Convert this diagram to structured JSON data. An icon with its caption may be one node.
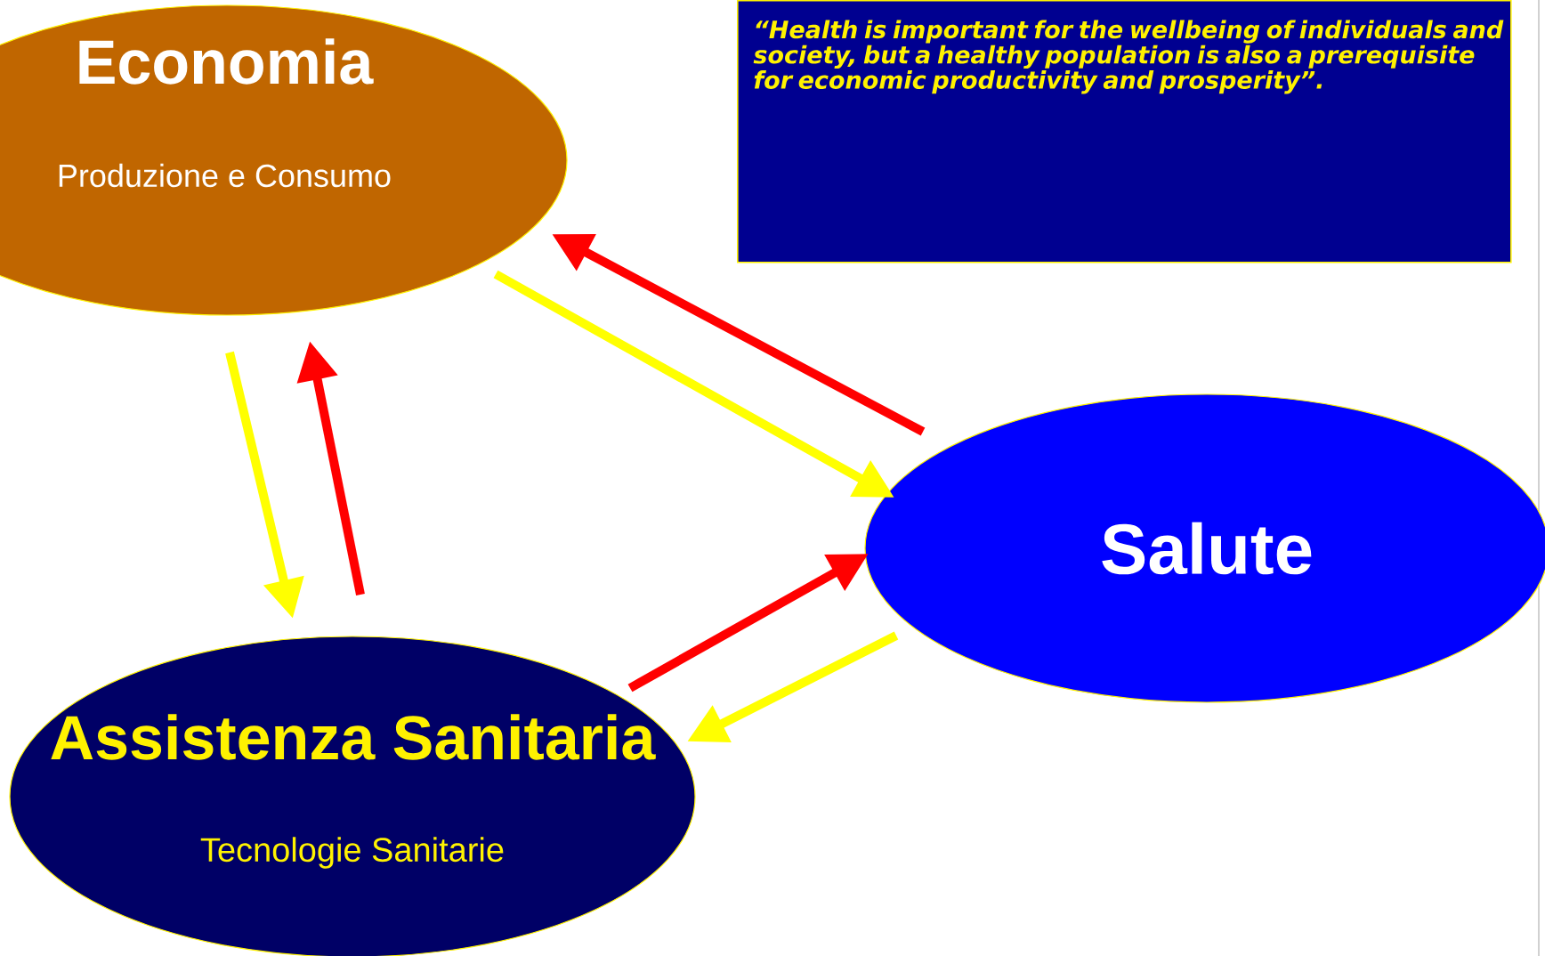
{
  "diagram": {
    "nodes": [
      {
        "text": [
          "Economia",
          "Produzione e Consumo"
        ]
      },
      {
        "text": [
          "“Health is important for the wellbeing of individuals and society, but a healthy population is also a prerequisite for economic productivity and prosperity”."
        ]
      },
      {
        "text": [
          "Salute"
        ]
      },
      {
        "text": [
          "Assistenza Sanitaria",
          "Tecnologie Sanitarie"
        ]
      }
    ],
    "edges": [
      {
        "from": 0,
        "to": 2,
        "arrow": "to",
        "color": "#ffff00"
      },
      {
        "from": 2,
        "to": 0,
        "arrow": "to",
        "color": "#ff0000"
      },
      {
        "from": 0,
        "to": 3,
        "arrow": "to",
        "color": "#ffff00"
      },
      {
        "from": 3,
        "to": 0,
        "arrow": "to",
        "color": "#ff0000"
      },
      {
        "from": 3,
        "to": 2,
        "arrow": "to",
        "color": "#ff0000"
      },
      {
        "from": 2,
        "to": 3,
        "arrow": "to",
        "color": "#ffff00"
      }
    ]
  }
}
